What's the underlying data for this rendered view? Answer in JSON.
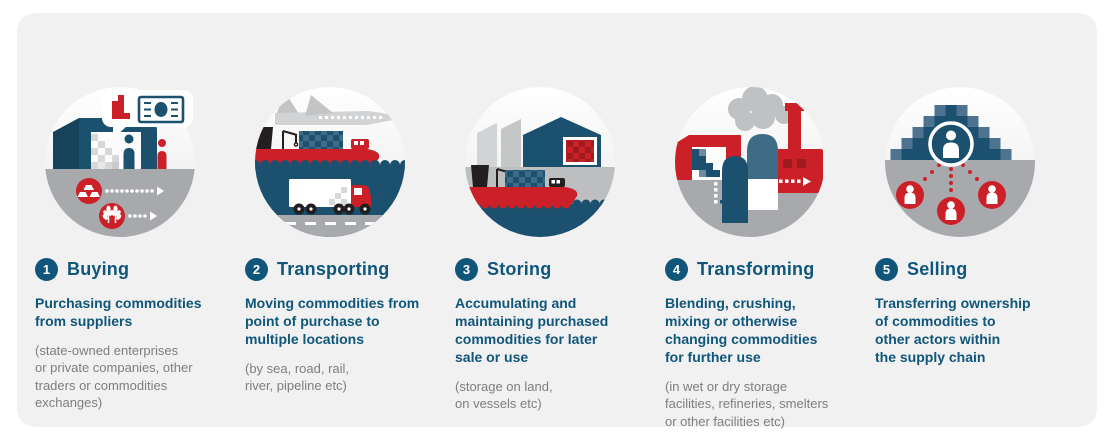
{
  "page": {
    "background": "#ffffff",
    "card_background": "#f1f1f2"
  },
  "colors": {
    "navy": "#1b506f",
    "steel_blue": "#3e6b86",
    "red": "#cb2027",
    "dark_red": "#9e1b20",
    "gray": "#a7a9ac",
    "light_gray": "#d1d3d4",
    "text_navy": "#0f567a",
    "text_gray": "#7c7e81"
  },
  "steps": [
    {
      "number": "1",
      "title": "Buying",
      "description": "Purchasing commodities\nfrom suppliers",
      "note": "(state-owned enterprises\nor private companies, other\ntraders or commodities\nexchanges)",
      "illustration": "warehouse-with-traders-gold-and-grain-flows"
    },
    {
      "number": "2",
      "title": "Transporting",
      "description": "Moving commodities from\npoint of purchase to\nmultiple locations",
      "note": "(by sea, road, rail,\nriver, pipeline etc)",
      "illustration": "plane-cargo-ship-and-truck"
    },
    {
      "number": "3",
      "title": "Storing",
      "description": "Accumulating and\nmaintaining purchased\ncommodities for later\nsale or use",
      "note": "(storage on land,\non vessels etc)",
      "illustration": "warehouses-and-cargo-ship"
    },
    {
      "number": "4",
      "title": "Transforming",
      "description": "Blending, crushing,\nmixing or otherwise\nchanging commodities\nfor further use",
      "note": "(in wet or dry storage\nfacilities, refineries, smelters\nor other facilities etc)",
      "illustration": "factory-silos-and-smelter"
    },
    {
      "number": "5",
      "title": "Selling",
      "description": "Transferring ownership\nof commodities to\nother actors within\nthe supply chain",
      "note": "",
      "illustration": "distribution-pyramid-network"
    }
  ]
}
